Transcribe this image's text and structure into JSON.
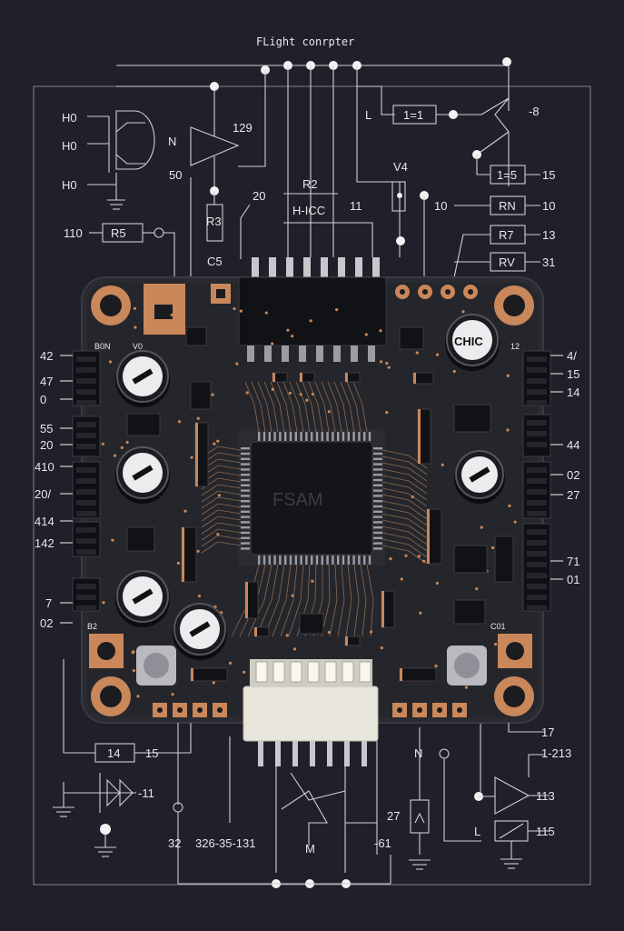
{
  "title": "FLight conrpter",
  "chip_marking": "FSAM",
  "capacitor_marking": "CHIC",
  "top_block_labels": {
    "r2": "R2",
    "hicc": "H-ICC",
    "v4": "V4",
    "n": "N",
    "r3": "R3",
    "c5": "C5",
    "n129": "129",
    "n50": "50",
    "n20": "20",
    "n11": "11",
    "l": "L",
    "minus8": "-8"
  },
  "top_left_labels": [
    "H0",
    "H0",
    "H0"
  ],
  "boxes": {
    "one_eq_one": "1=1",
    "one_eq_five": "1=5",
    "r5": "R5",
    "rn": "RN",
    "r7": "R7",
    "rv": "RV",
    "box14": "14"
  },
  "right_top_numbers": {
    "n15": "15",
    "n10a": "10",
    "n10b": "10",
    "n13": "13",
    "n31": "31",
    "n110": "110"
  },
  "left_pin_labels": [
    "42",
    "47",
    "0",
    "55",
    "20",
    "410",
    "20/",
    "414",
    "142",
    "7",
    "02"
  ],
  "right_pin_labels": [
    "4/",
    "15",
    "14",
    "44",
    "02",
    "27",
    "71",
    "01"
  ],
  "silk_labels": {
    "s1": "B0N",
    "s2": "V0",
    "s3": "12",
    "s4": "C01",
    "s5": "B2"
  },
  "bottom_labels": {
    "n17": "17",
    "n15": "15",
    "minus11": "-11",
    "n1213": "1-213",
    "n113": "113",
    "n115": "115",
    "l": "L",
    "n": "N",
    "n27": "27",
    "minus61": "-61",
    "m": "M",
    "n32": "32",
    "seq": "326-35-131"
  },
  "colors": {
    "background": "#1f2029",
    "pcb": "#25262b",
    "copper": "#c9875a",
    "ink": "#e8e8ea"
  }
}
